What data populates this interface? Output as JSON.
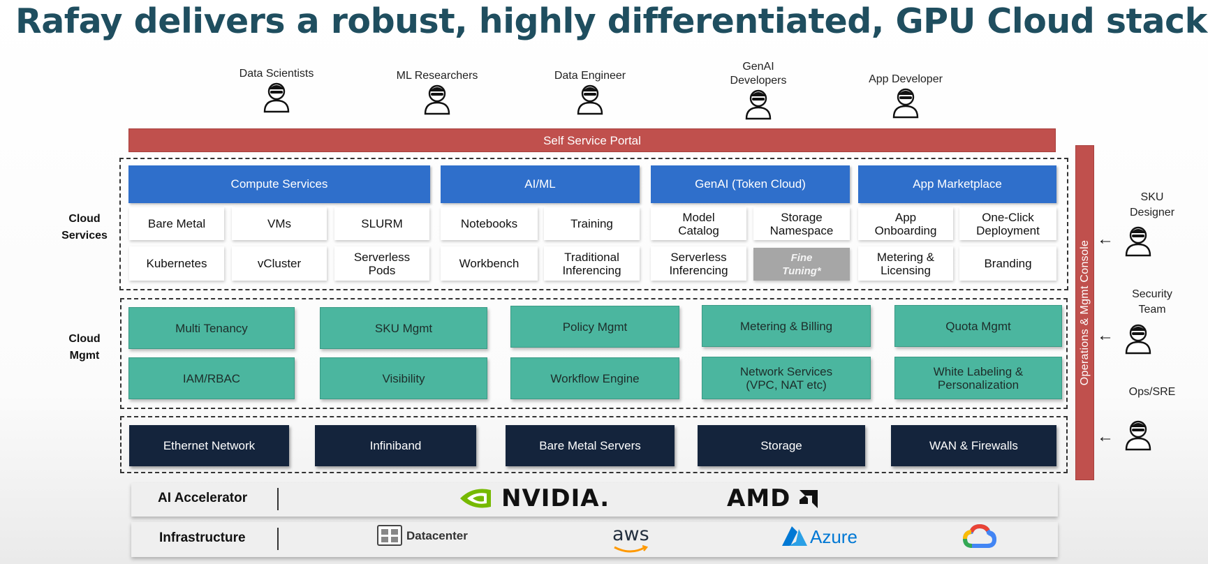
{
  "title": "Rafay delivers a robust, highly differentiated, GPU Cloud stack",
  "personas": [
    {
      "label": "Data Scientists",
      "icon": "user-icon"
    },
    {
      "label": "ML Researchers",
      "icon": "user-icon"
    },
    {
      "label": "Data Engineer",
      "icon": "user-icon"
    },
    {
      "label": "GenAI\nDevelopers",
      "icon": "user-icon"
    },
    {
      "label": "App Developer",
      "icon": "user-icon"
    }
  ],
  "portal": "Self Service Portal",
  "console": "Operations & Mgmt Console",
  "cloud_services": {
    "label": "Cloud\nServices",
    "headers": [
      "Compute Services",
      "AI/ML",
      "GenAI (Token Cloud)",
      "App Marketplace"
    ],
    "row1": [
      "Bare Metal",
      "VMs",
      "SLURM",
      "Notebooks",
      "Training",
      "Model\nCatalog",
      "Storage\nNamespace",
      "App\nOnboarding",
      "One-Click\nDeployment"
    ],
    "row2": [
      "Kubernetes",
      "vCluster",
      "Serverless\nPods",
      "Workbench",
      "Traditional\nInferencing",
      "Serverless\nInferencing",
      "Fine\nTuning*",
      "Metering &\nLicensing",
      "Branding"
    ]
  },
  "cloud_mgmt": {
    "label": "Cloud\nMgmt",
    "row1": [
      "Multi Tenancy",
      "SKU Mgmt",
      "Policy Mgmt",
      "Metering & Billing",
      "Quota Mgmt"
    ],
    "row2": [
      "IAM/RBAC",
      "Visibility",
      "Workflow Engine",
      "Network Services\n(VPC, NAT etc)",
      "White Labeling &\nPersonalization"
    ]
  },
  "infra_row": [
    "Ethernet Network",
    "Infiniband",
    "Bare Metal Servers",
    "Storage",
    "WAN & Firewalls"
  ],
  "side_roles": [
    {
      "label": "SKU\nDesigner",
      "icon": "user-icon"
    },
    {
      "label": "Security\nTeam",
      "icon": "user-icon"
    },
    {
      "label": "Ops/SRE",
      "icon": "user-icon"
    }
  ],
  "ai_accelerator": {
    "label": "AI Accelerator",
    "vendors": [
      "NVIDIA.",
      "AMD"
    ]
  },
  "infrastructure": {
    "label": "Infrastructure",
    "providers": [
      "Datacenter",
      "aws",
      "Azure"
    ]
  },
  "colors": {
    "portal_red": "#c0504d",
    "header_blue": "#2f6fcb",
    "mgmt_teal": "#4bb69f",
    "infra_navy": "#14243c",
    "title": "#1f4e5f",
    "nvidia_green": "#76b900",
    "azure_blue": "#0078d4",
    "aws_orange": "#ff9900"
  }
}
